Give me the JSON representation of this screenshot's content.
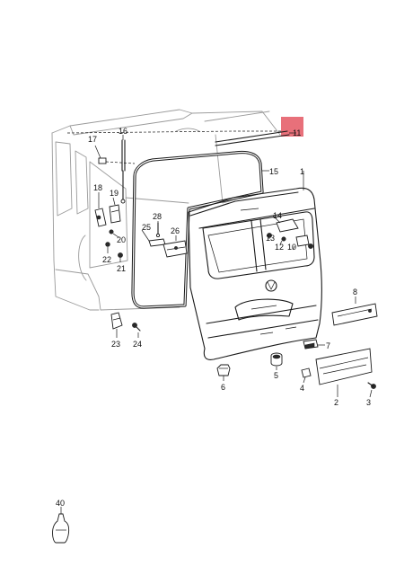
{
  "callouts": {
    "c1": "1",
    "c2": "2",
    "c3": "3",
    "c4": "4",
    "c5": "5",
    "c6": "6",
    "c7": "7",
    "c8": "8",
    "c10": "10",
    "c11": "11",
    "c12": "12",
    "c13": "13",
    "c14": "14",
    "c15": "15",
    "c16": "16",
    "c17": "17",
    "c18": "18",
    "c19": "19",
    "c20": "20",
    "c21": "21",
    "c22": "22",
    "c23": "23",
    "c24": "24",
    "c25": "25",
    "c26": "26",
    "c28": "28",
    "c40": "40"
  },
  "colors": {
    "highlight": "#e8707a",
    "line": "#1a1a1a",
    "vehicle_outline": "#9a9a9a"
  }
}
